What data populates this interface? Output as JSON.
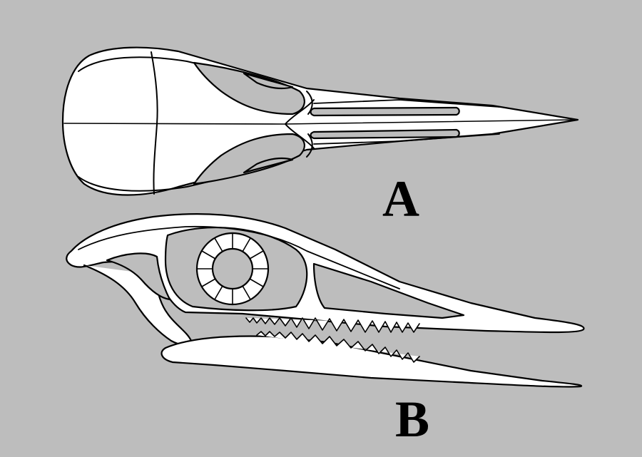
{
  "figure": {
    "background_color": "#bdbdbd",
    "bone_fill": "#ffffff",
    "line_color": "#000000",
    "panels": [
      {
        "label": "A",
        "view": "dorsal-skull"
      },
      {
        "label": "B",
        "view": "lateral-skull"
      }
    ]
  }
}
